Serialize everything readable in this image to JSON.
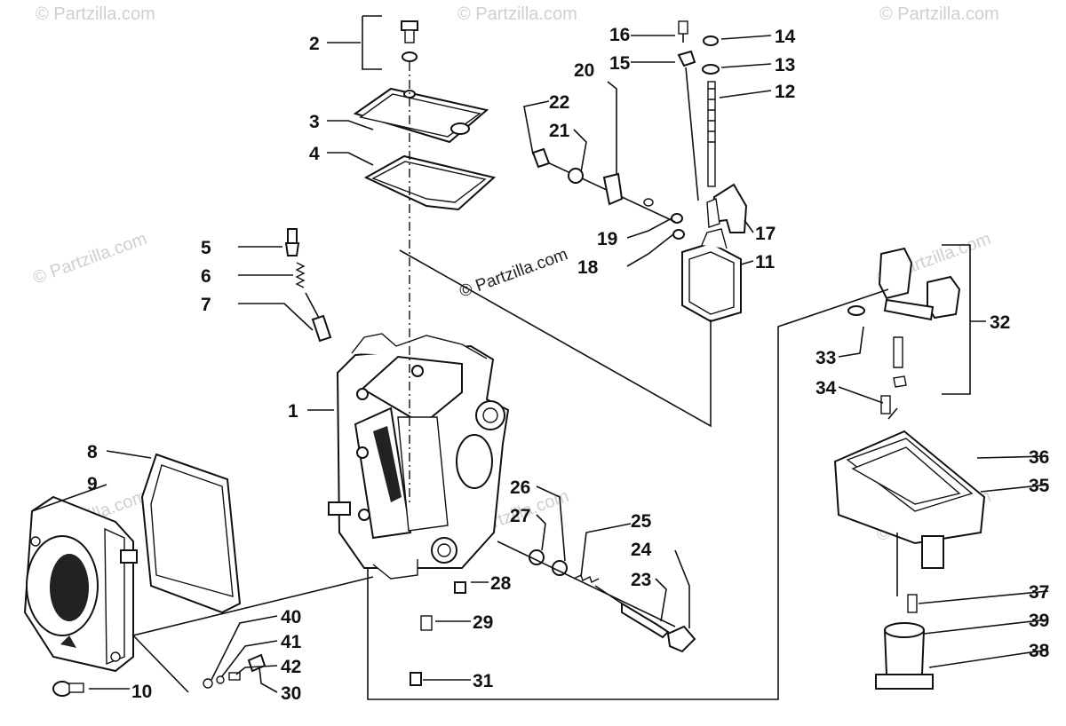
{
  "watermarks": {
    "corner": "© Partzilla.com",
    "center": "© Partzilla.com"
  },
  "callouts": [
    "1",
    "2",
    "3",
    "4",
    "5",
    "6",
    "7",
    "8",
    "9",
    "10",
    "11",
    "12",
    "13",
    "14",
    "15",
    "16",
    "17",
    "18",
    "19",
    "20",
    "21",
    "22",
    "23",
    "24",
    "25",
    "26",
    "27",
    "28",
    "29",
    "30",
    "31",
    "32",
    "33",
    "34",
    "35",
    "36",
    "37",
    "38",
    "39",
    "40",
    "41",
    "42"
  ],
  "colors": {
    "ink": "#111111",
    "watermark": "#cfcfcf",
    "paper": "#ffffff"
  }
}
